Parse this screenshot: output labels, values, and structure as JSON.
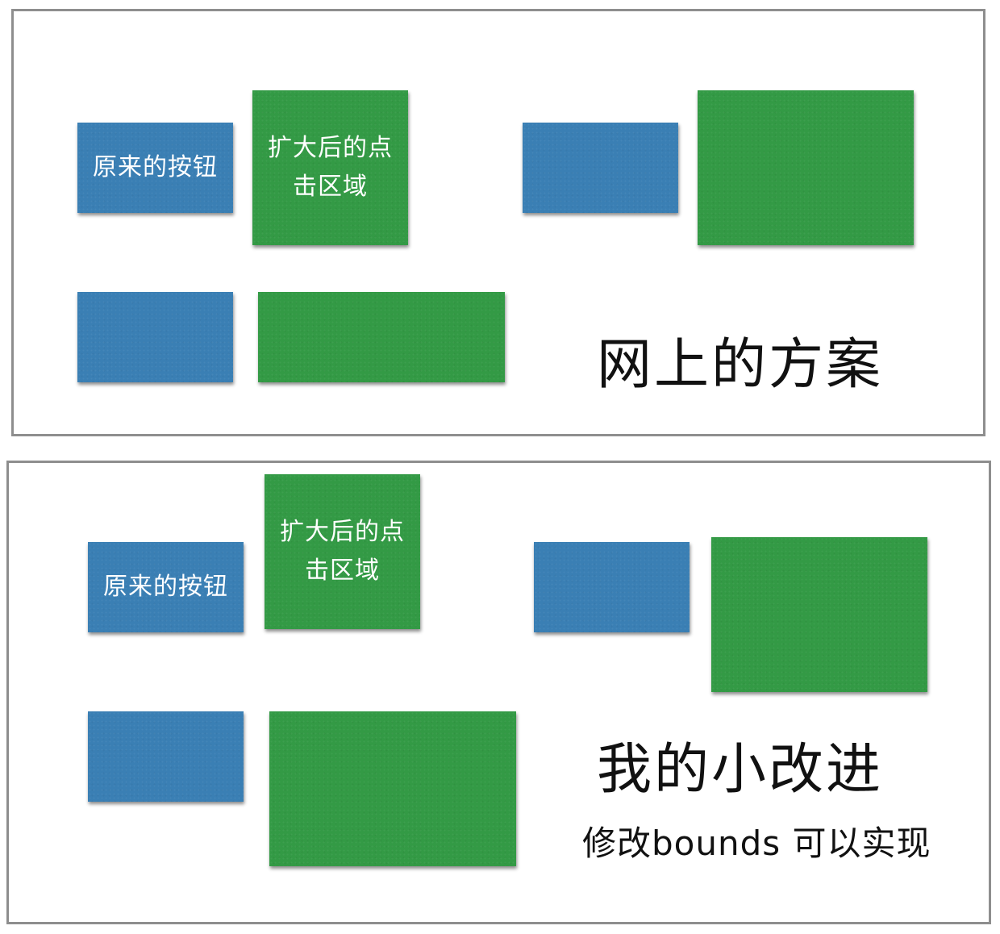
{
  "colors": {
    "border": "#8e8e8e",
    "original_button": "#3a7fb4",
    "expanded_area": "#339a45",
    "text_on_box": "#ffffff",
    "heading_text": "#111111"
  },
  "top_panel": {
    "original_button_label": "原来的按钮",
    "expanded_area_label": "扩大后的点击区域",
    "title": "网上的方案"
  },
  "bottom_panel": {
    "original_button_label": "原来的按钮",
    "expanded_area_label": "扩大后的点击区域",
    "title": "我的小改进",
    "note": "修改bounds 可以实现"
  }
}
